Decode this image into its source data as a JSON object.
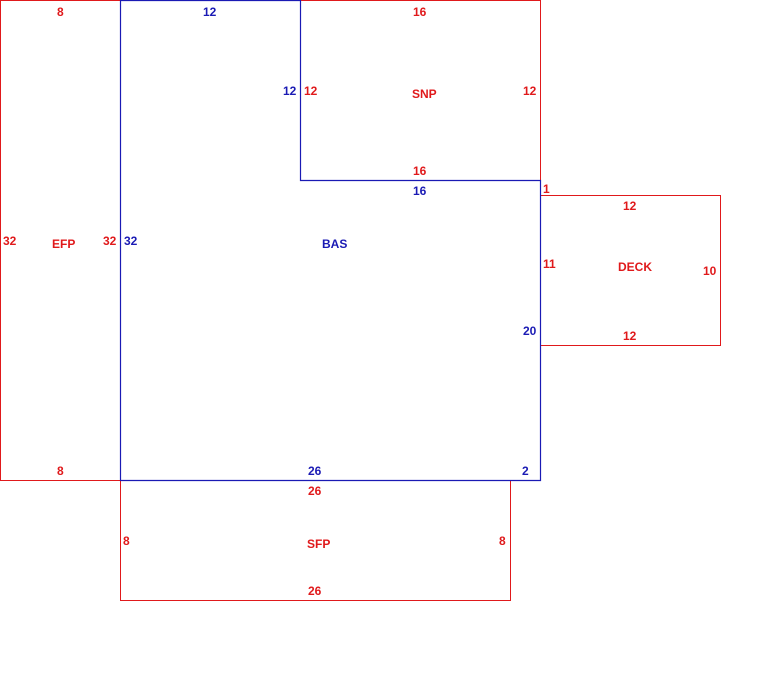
{
  "colors": {
    "red": "#e0191b",
    "blue": "#1a1ab4"
  },
  "areas": {
    "bas": {
      "label": "BAS",
      "top": "12",
      "left": "32",
      "right_upper": "12",
      "notch": "16",
      "right": "20",
      "bottom_right": "2",
      "bottom": "26"
    },
    "snp": {
      "label": "SNP",
      "top": "16",
      "left": "12",
      "right": "12",
      "bottom": "16"
    },
    "efp": {
      "label": "EFP",
      "top": "8",
      "left": "32",
      "right": "32",
      "bottom": "8"
    },
    "deck": {
      "label": "DECK",
      "offset": "1",
      "top": "12",
      "left": "11",
      "right": "10",
      "bottom": "12"
    },
    "sfp": {
      "label": "SFP",
      "top": "26",
      "left": "8",
      "right": "8",
      "bottom": "26"
    }
  }
}
